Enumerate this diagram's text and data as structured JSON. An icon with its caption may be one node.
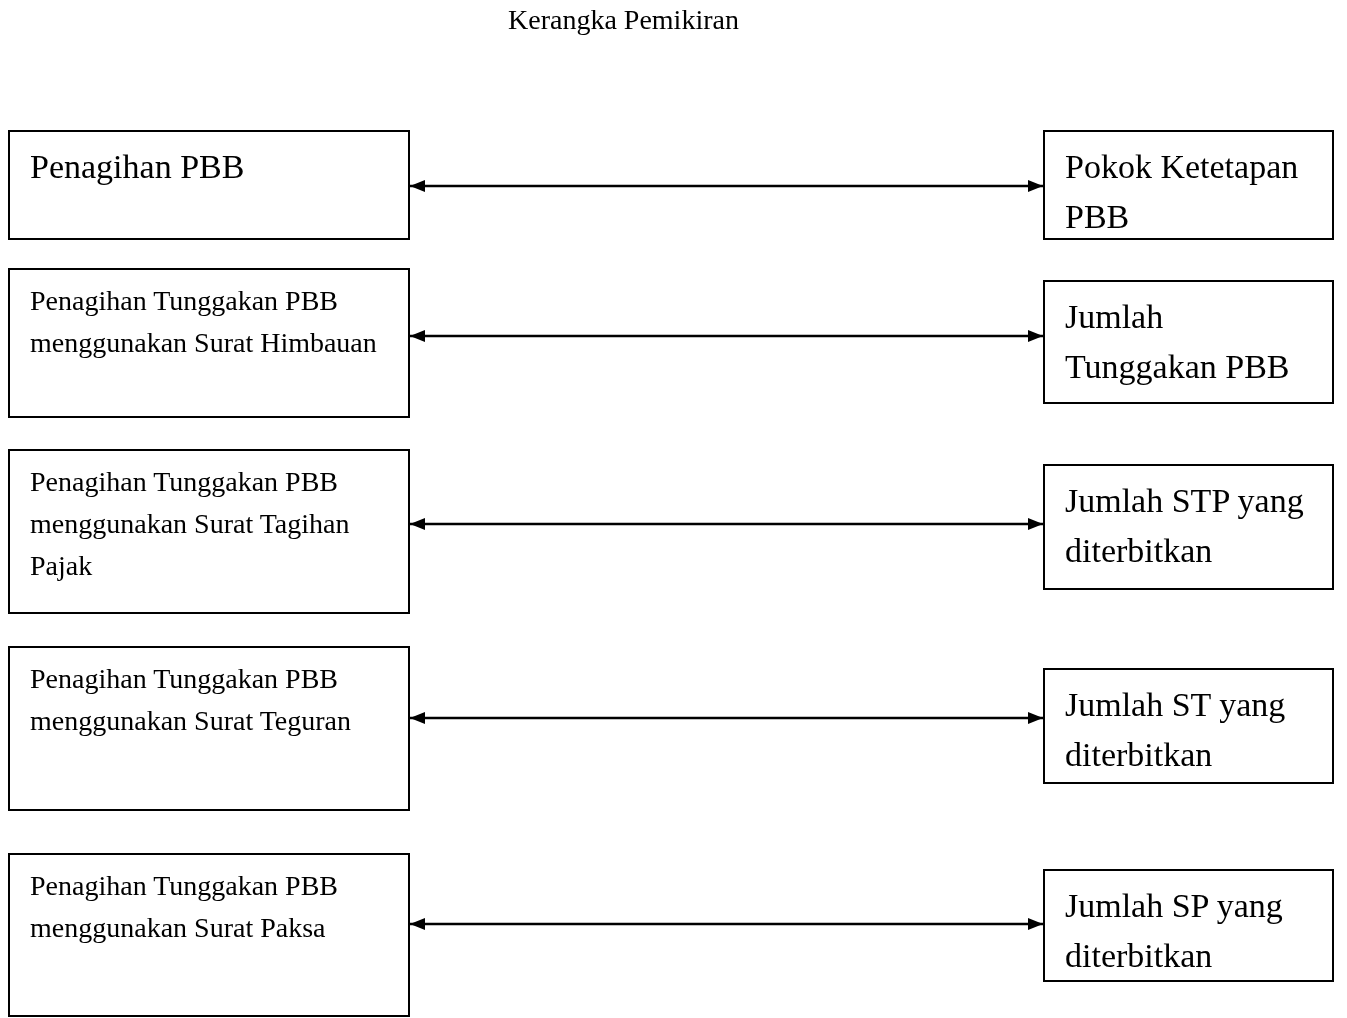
{
  "diagram": {
    "title": "Kerangka Pemikiran",
    "nodes": [
      {
        "text": [
          "Penagihan PBB"
        ]
      },
      {
        "text": [
          "Penagihan Tunggakan PBB menggunakan Surat Himbauan"
        ]
      },
      {
        "text": [
          "Penagihan Tunggakan PBB menggunakan Surat Tagihan Pajak"
        ]
      },
      {
        "text": [
          "Penagihan Tunggakan PBB menggunakan Surat Teguran"
        ]
      },
      {
        "text": [
          "Penagihan Tunggakan PBB menggunakan Surat Paksa"
        ]
      },
      {
        "text": [
          "Pokok Ketetapan PBB"
        ]
      },
      {
        "text": [
          "Jumlah Tunggakan PBB"
        ]
      },
      {
        "text": [
          "Jumlah STP yang diterbitkan"
        ]
      },
      {
        "text": [
          "Jumlah ST yang diterbitkan"
        ]
      },
      {
        "text": [
          "Jumlah SP yang diterbitkan"
        ]
      }
    ],
    "edges": [
      {
        "from": 0,
        "to": 5,
        "arrow": "both"
      },
      {
        "from": 1,
        "to": 6,
        "arrow": "both"
      },
      {
        "from": 2,
        "to": 7,
        "arrow": "both"
      },
      {
        "from": 3,
        "to": 8,
        "arrow": "both"
      },
      {
        "from": 4,
        "to": 9,
        "arrow": "both"
      }
    ]
  }
}
